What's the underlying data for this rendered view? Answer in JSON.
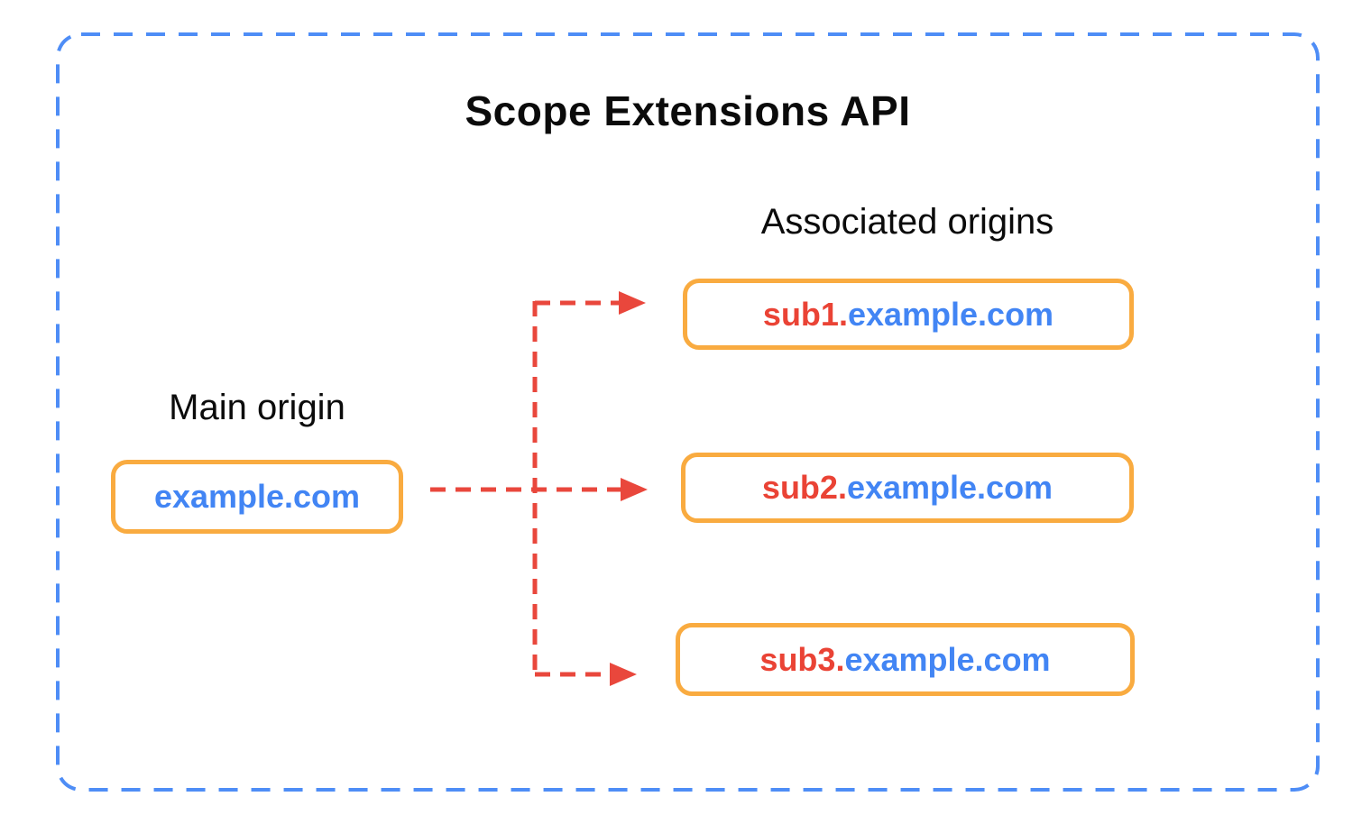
{
  "title": "Scope Extensions API",
  "main_origin": {
    "label": "Main origin",
    "domain": "example.com"
  },
  "associated": {
    "label": "Associated origins",
    "origins": [
      {
        "subdomain": "sub1.",
        "domain": "example.com"
      },
      {
        "subdomain": "sub2.",
        "domain": "example.com"
      },
      {
        "subdomain": "sub3.",
        "domain": "example.com"
      }
    ]
  },
  "colors": {
    "domain-blue": "#4285F4",
    "subdomain-red": "#EA4335",
    "box-border-orange": "#F9AB40",
    "outer-border-blue": "#4E8DF6",
    "arrow-red": "#E9473C",
    "text-black": "#0B0B0B",
    "background": "#FFFFFF"
  }
}
